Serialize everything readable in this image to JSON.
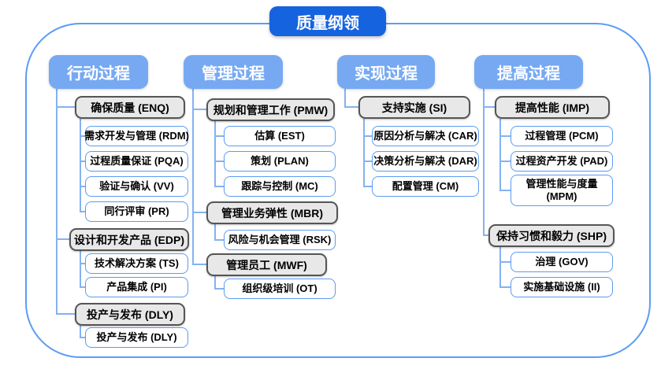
{
  "title": "质量纲领",
  "columns": [
    {
      "header": "行动过程",
      "groups": [
        {
          "label": "确保质量 (ENQ)",
          "children": [
            "需求开发与管理 (RDM)",
            "过程质量保证 (PQA)",
            "验证与确认 (VV)",
            "同行评审 (PR)"
          ]
        },
        {
          "label": "设计和开发产品 (EDP)",
          "children": [
            "技术解决方案 (TS)",
            "产品集成 (PI)"
          ]
        },
        {
          "label": "投产与发布 (DLY)",
          "children": [
            "投产与发布 (DLY)"
          ]
        }
      ]
    },
    {
      "header": "管理过程",
      "groups": [
        {
          "label": "规划和管理工作 (PMW)",
          "children": [
            "估算 (EST)",
            "策划 (PLAN)",
            "跟踪与控制 (MC)"
          ]
        },
        {
          "label": "管理业务弹性 (MBR)",
          "children": [
            "风险与机会管理 (RSK)"
          ]
        },
        {
          "label": "管理员工 (MWF)",
          "children": [
            "组织级培训 (OT)"
          ]
        }
      ]
    },
    {
      "header": "实现过程",
      "groups": [
        {
          "label": "支持实施 (SI)",
          "children": [
            "原因分析与解决 (CAR)",
            "决策分析与解决 (DAR)",
            "配置管理 (CM)"
          ]
        }
      ]
    },
    {
      "header": "提高过程",
      "groups": [
        {
          "label": "提高性能 (IMP)",
          "children": [
            "过程管理 (PCM)",
            "过程资产开发 (PAD)",
            "管理性能与度量 (MPM)"
          ]
        },
        {
          "label": "保持习惯和毅力 (SHP)",
          "children": [
            "治理 (GOV)",
            "实施基础设施 (II)"
          ]
        }
      ]
    }
  ],
  "colors": {
    "title_bg": "#1563DF",
    "header_bg": "#77A9F2",
    "group_bg": "#E8E8E8",
    "group_border": "#555555",
    "leaf_border": "#5B9BF0",
    "connector": "#84B2F2",
    "outer_border": "#5B9CF6"
  }
}
